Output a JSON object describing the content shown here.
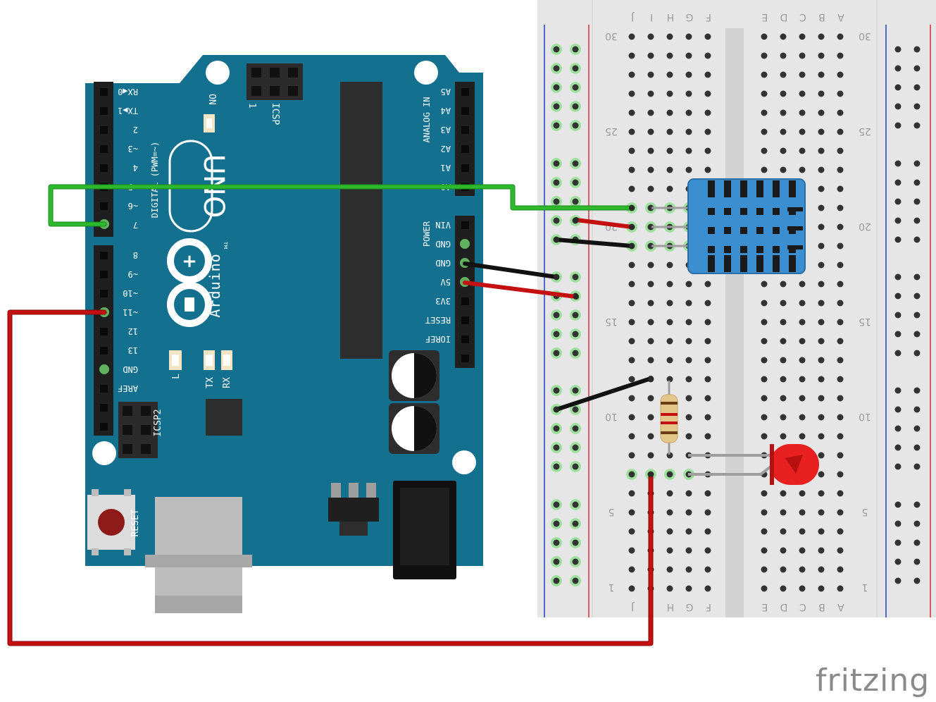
{
  "watermark": "fritzing",
  "colors": {
    "board": "#13708f",
    "breadboard": "#e6e6e6",
    "rail_red": "#d32f2f",
    "rail_blue": "#1e40c8",
    "wire_green": "#2eb82e",
    "wire_red": "#c41010",
    "wire_black": "#111111",
    "sensor": "#3b8fd1",
    "led": "#e82020"
  },
  "arduino": {
    "brand": "Arduino",
    "tm": "TM",
    "model": "UNO",
    "on_label": "ON",
    "icsp_label": "ICSP",
    "icsp_pin1": "1",
    "icsp2_label": "ICSP2",
    "reset_label": "RESET",
    "led_labels": [
      "L",
      "TX",
      "RX"
    ],
    "digital_label": "DIGITAL (PWM=~)",
    "analog_label": "ANALOG IN",
    "power_label": "POWER",
    "digital_pins": [
      "RX◀0",
      "TX▶1",
      "2",
      "~3",
      "4",
      "~5",
      "~6",
      "7",
      "8",
      "~9",
      "~10",
      "~11",
      "12",
      "13",
      "GND",
      "AREF"
    ],
    "analog_pins": [
      "A5",
      "A4",
      "A3",
      "A2",
      "A1",
      "A0"
    ],
    "power_pins": [
      "VIN",
      "GND",
      "GND",
      "5V",
      "3V3",
      "RESET",
      "IOREF"
    ]
  },
  "breadboard": {
    "columns_top": [
      "J",
      "I",
      "H",
      "G",
      "F",
      "E",
      "D",
      "C",
      "B",
      "A"
    ],
    "columns_bottom": [
      "J",
      "I",
      "H",
      "G",
      "F",
      "E",
      "D",
      "C",
      "B",
      "A"
    ],
    "row_numbers": [
      "30",
      "25",
      "20",
      "15",
      "10",
      "5",
      "1"
    ]
  }
}
